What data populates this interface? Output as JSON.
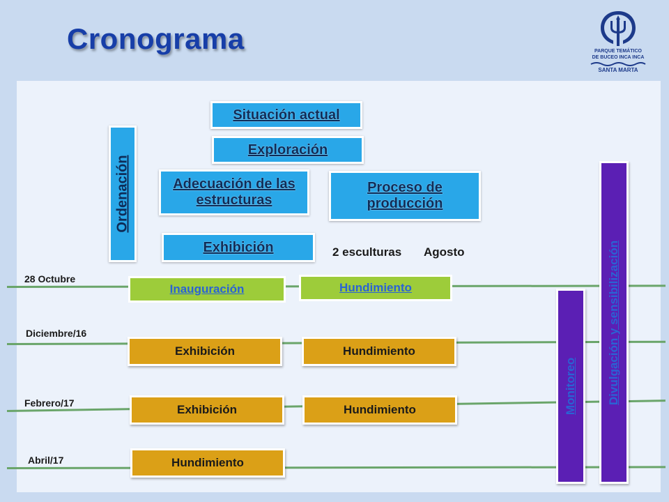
{
  "title": "Cronograma",
  "logo": {
    "line1": "PARQUE TEMÁTICO",
    "line2": "DE BUCEO INCA INCA",
    "line3": "SANTA MARTA"
  },
  "phases": {
    "situacion": "Situación actual",
    "exploracion": "Exploración",
    "adecuacion": "Adecuación de las estructuras",
    "proceso": "Proceso de producción",
    "exhibicion": "Exhibición",
    "ordenacion": "Ordenación"
  },
  "note": {
    "esculturas": "2 esculturas",
    "mes": "Agosto"
  },
  "dates": [
    "28 Octubre",
    "Diciembre/16",
    "Febrero/17",
    "Abril/17"
  ],
  "events": {
    "inauguracion": "Inauguración",
    "hundimiento_green": "Hundimiento",
    "exhibicion_dic": "Exhibición",
    "hundimiento_dic": "Hundimiento",
    "exhibicion_feb": "Exhibición",
    "hundimiento_feb": "Hundimiento",
    "hundimiento_abr": "Hundimiento"
  },
  "bars": {
    "monitoreo": "Monitoreo",
    "divulgacion": "Divulgación y sensibilización"
  },
  "colors": {
    "title": "#173ea8",
    "blue_box": "#29a7e8",
    "green_box": "#9dcc3a",
    "orange_box": "#dba017",
    "purple_bar": "#5b1fb4",
    "timeline": "#6aa56a"
  }
}
